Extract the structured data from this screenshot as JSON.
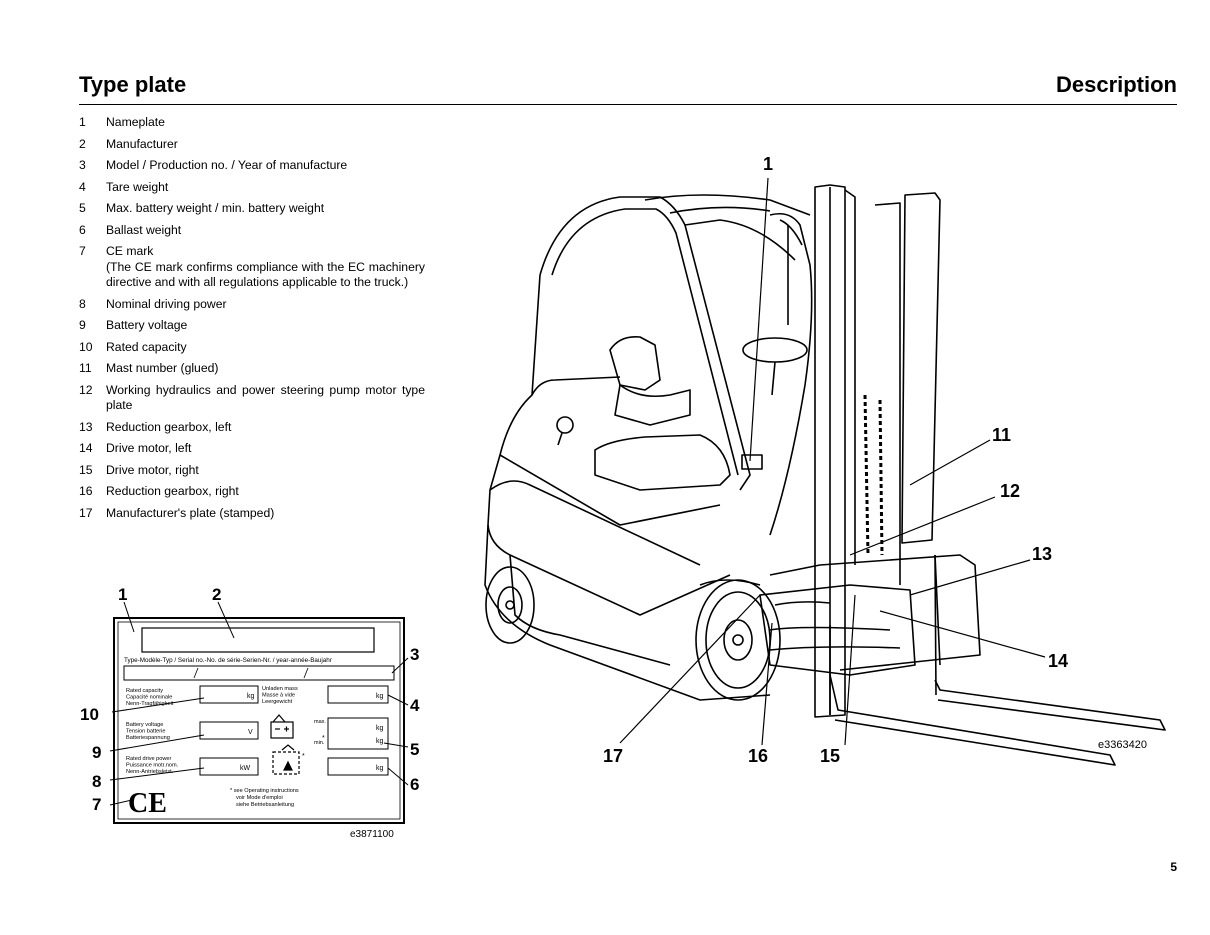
{
  "header": {
    "left_title": "Type plate",
    "right_title": "Description"
  },
  "legend": [
    {
      "num": "1",
      "text": "Nameplate"
    },
    {
      "num": "2",
      "text": "Manufacturer"
    },
    {
      "num": "3",
      "text": "Model / Production no. / Year of manufacture"
    },
    {
      "num": "4",
      "text": "Tare weight"
    },
    {
      "num": "5",
      "text": "Max. battery weight / min. battery weight"
    },
    {
      "num": "6",
      "text": "Ballast weight"
    },
    {
      "num": "7",
      "text": "CE mark\n(The CE mark confirms compliance with the EC machinery directive and with all regulations applicable to the truck.)"
    },
    {
      "num": "8",
      "text": "Nominal driving power"
    },
    {
      "num": "9",
      "text": "Battery voltage"
    },
    {
      "num": "10",
      "text": "Rated capacity"
    },
    {
      "num": "11",
      "text": "Mast number (glued)"
    },
    {
      "num": "12",
      "text": "Working hydraulics and power steering pump motor type plate"
    },
    {
      "num": "13",
      "text": "Reduction gearbox, left"
    },
    {
      "num": "14",
      "text": "Drive motor, left"
    },
    {
      "num": "15",
      "text": "Drive motor, right"
    },
    {
      "num": "16",
      "text": "Reduction gearbox, right"
    },
    {
      "num": "17",
      "text": "Manufacturer's plate (stamped)"
    }
  ],
  "plate_figure": {
    "code": "e3871100",
    "callouts": [
      "1",
      "2",
      "3",
      "4",
      "5",
      "6",
      "7",
      "8",
      "9",
      "10"
    ],
    "type_line": "Type-Modèle-Typ / Serial no.-No. de série-Serien-Nr. / year-année-Baujahr",
    "rated_capacity_text": "Rated capacity\nCapacité nominale\nNenn-Tragfähigkeit",
    "unladen_mass_text": "Unladen mass\nMasse à vide\nLeergewicht",
    "battery_voltage_text": "Battery voltage\nTension batterie\nBatteriespannung",
    "drive_power_text": "Rated drive power\nPuissance motr.nom.\nNenn-Antriebsleist.",
    "operating_note": "* see Operating instructions\nvoir Mode d'emploi\nsiehe Betriebsanleitung",
    "unit_kg": "kg",
    "unit_v": "V",
    "unit_kw": "kW",
    "max_label": "max.",
    "min_label": "min.",
    "asterisk": "*",
    "ce_mark": "CE"
  },
  "truck_figure": {
    "code": "e3363420",
    "callouts": [
      "1",
      "11",
      "12",
      "13",
      "14",
      "15",
      "16",
      "17"
    ]
  },
  "page_number": "5"
}
